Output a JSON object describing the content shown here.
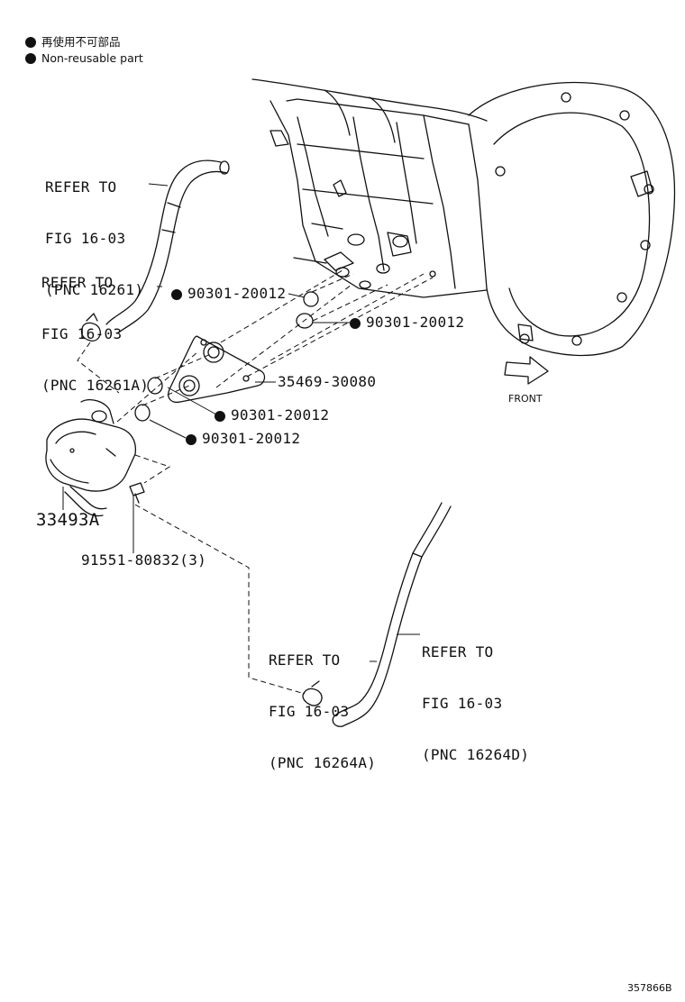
{
  "legend": {
    "bullet_japanese": "再使用不可部品",
    "bullet_english": "Non-reusable part"
  },
  "refers": [
    {
      "line1": "REFER TO",
      "line2": "FIG 16-03",
      "line3": "(PNC 16261)"
    },
    {
      "line1": "REFER TO",
      "line2": "FIG 16-03",
      "line3": "(PNC 16261A)"
    },
    {
      "line1": "REFER TO",
      "line2": "FIG 16-03",
      "line3": "(PNC 16264A)"
    },
    {
      "line1": "REFER TO",
      "line2": "FIG 16-03",
      "line3": "(PNC 16264D)"
    }
  ],
  "parts": {
    "oring_upper_left": "90301-20012",
    "oring_upper_right": "90301-20012",
    "plate": "35469-30080",
    "oring_lower_1": "90301-20012",
    "oring_lower_2": "90301-20012",
    "cooler": "33493A",
    "bolt": "91551-80832(3)"
  },
  "front_label": "FRONT",
  "diagram_id": "357866B",
  "colors": {
    "ink": "#111111",
    "background": "#ffffff"
  }
}
